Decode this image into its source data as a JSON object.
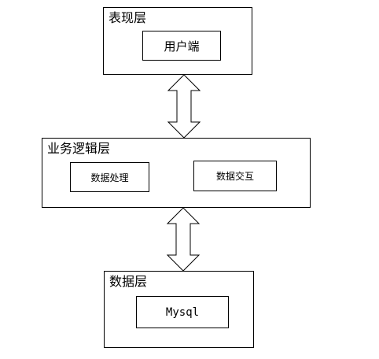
{
  "presentation_layer": {
    "title": "表现层",
    "boxes": [
      "用户端"
    ]
  },
  "business_layer": {
    "title": "业务逻辑层",
    "boxes": [
      "数据处理",
      "数据交互"
    ]
  },
  "data_layer": {
    "title": "数据层",
    "boxes": [
      "Mysql"
    ]
  }
}
